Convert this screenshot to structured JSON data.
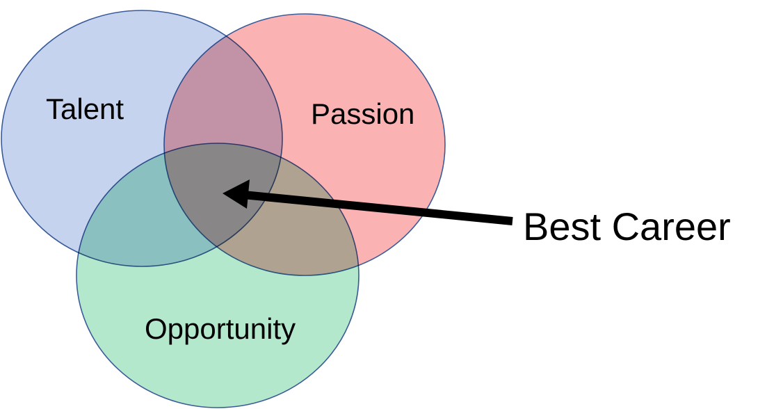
{
  "diagram": {
    "type": "venn",
    "sets": [
      {
        "id": "talent",
        "label": "Talent",
        "fill": "#c5d3ee",
        "stroke": "#3a5b99"
      },
      {
        "id": "passion",
        "label": "Passion",
        "fill": "#fbb2b3",
        "stroke": "#3a5b99"
      },
      {
        "id": "opportunity",
        "label": "Opportunity",
        "fill": "#b3e8cd",
        "stroke": "#3a5b99"
      }
    ],
    "callout": {
      "label": "Best Career",
      "points_to": "intersection of Talent, Passion and Opportunity",
      "arrow_color": "#000000"
    }
  }
}
